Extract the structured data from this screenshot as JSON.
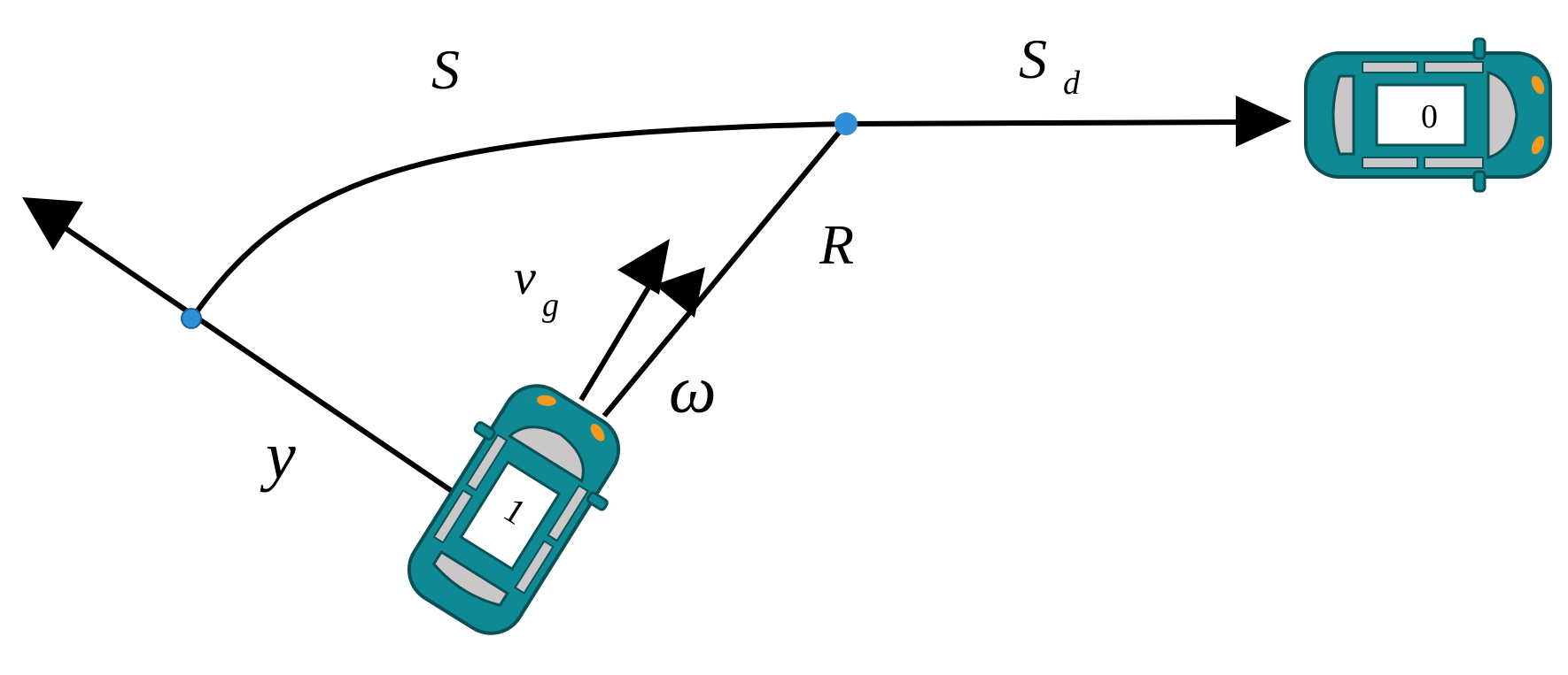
{
  "labels": {
    "S": "S",
    "Sd_main": "S",
    "Sd_sub": "d",
    "R": "R",
    "vg_main": "v",
    "vg_sub": "g",
    "omega": "ω",
    "y": "y"
  },
  "cars": {
    "leader_number": "0",
    "follower_number": "1"
  },
  "colors": {
    "car_body": "#0f8a94",
    "car_outline": "#0c4f55",
    "car_glass": "#c9c7c7",
    "lamp": "#f39a1e",
    "point": "#2f8fd8",
    "line": "#000000"
  }
}
